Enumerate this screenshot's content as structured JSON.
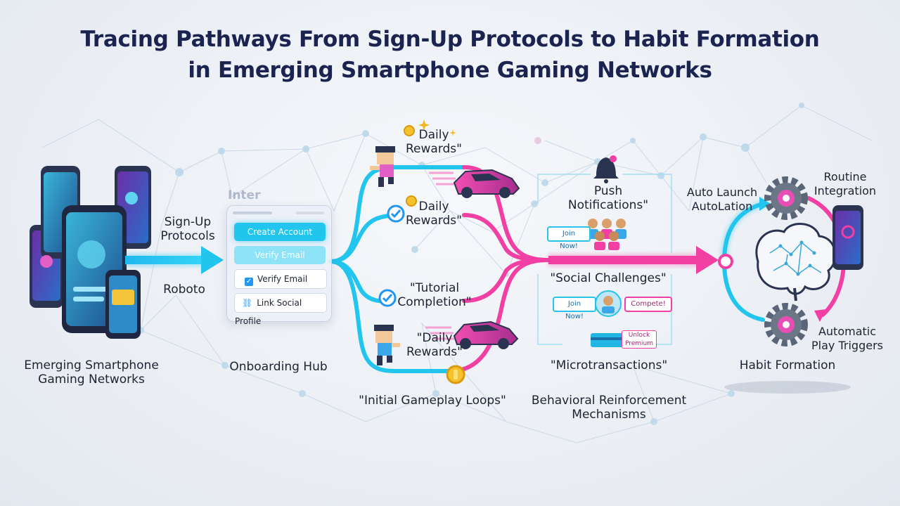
{
  "title": {
    "line1": "Tracing Pathways From Sign-Up Protocols to Habit Formation",
    "line2": "in Emerging Smartphone Gaming Networks"
  },
  "left": {
    "caption_line1": "Emerging Smartphone",
    "caption_line2": "Gaming Networks",
    "signup_line1": "Sign-Up",
    "signup_line2": "Protocols",
    "roboto": "Roboto"
  },
  "hub": {
    "ghost_title": "Inter",
    "buttons": [
      "Create Account",
      "Verify Email",
      "Verify Email",
      "Link Social Profile"
    ],
    "caption": "Onboarding Hub"
  },
  "gameplay": {
    "branch1_line1": "Daily",
    "branch1_line2": "Rewards\"",
    "branch2_line1": "Daily",
    "branch2_line2": "Rewards\"",
    "branch3_line1": "\"Tutorial",
    "branch3_line2": "Completion\"",
    "branch4_line1": "\"Daily",
    "branch4_line2": "Rewards\"",
    "caption": "\"Initial Gameplay Loops\""
  },
  "reinforcement": {
    "push_line1": "Push",
    "push_line2": "Notifications\"",
    "join_chip_1": "Join Now!",
    "social": "\"Social Challenges\"",
    "join_chip_2": "Join Now!",
    "compete_chip": "Compete!",
    "unlock_line1": "Unlock",
    "unlock_line2": "Premium",
    "micro": "\"Microtransactions\"",
    "caption_line1": "Behavioral Reinforcement",
    "caption_line2": "Mechanisms"
  },
  "habit": {
    "auto_line1": "Auto Launch",
    "auto_line2": "AutoLation",
    "routine_line1": "Routine",
    "routine_line2": "Integration",
    "triggers_line1": "Automatic",
    "triggers_line2": "Play Triggers",
    "caption": "Habit Formation"
  },
  "colors": {
    "cyan": "#22c5ee",
    "magenta": "#f13fa3",
    "navy": "#1b2451",
    "gear": "#5a6677"
  },
  "icons": [
    "smartphone-icon",
    "check-circle-icon",
    "coin-icon",
    "race-car-icon",
    "pixel-character-icon",
    "bell-icon",
    "group-avatar-icon",
    "gear-icon",
    "brain-icon",
    "sparkle-icon",
    "link-icon"
  ]
}
